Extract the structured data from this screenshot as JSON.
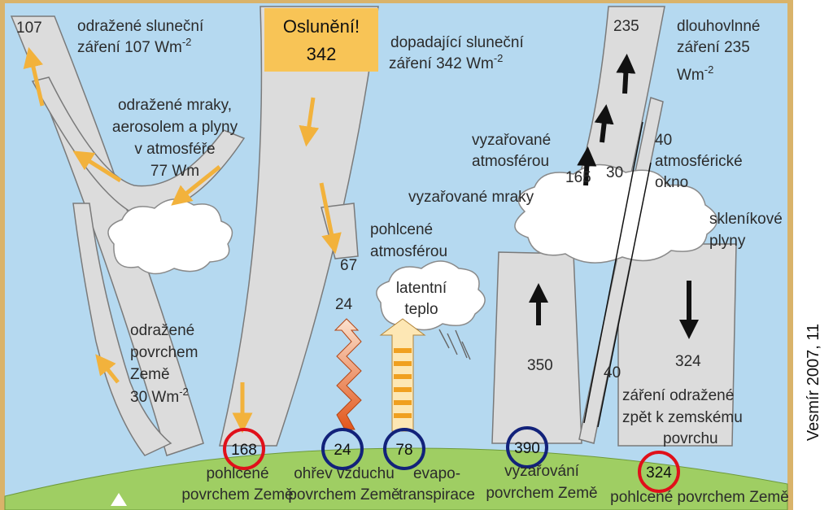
{
  "colors": {
    "sky": "#b5d9f0",
    "band": "#dcdcdc",
    "band_edge": "#7a7a7a",
    "ground": "#9fce63",
    "arrow_solar": "#f2b23c",
    "arrow_dark": "#111111",
    "callout": "#f8c456",
    "circle_red": "#e0101a",
    "circle_blue": "#12227a"
  },
  "callout": {
    "line1": "Oslunění!",
    "line2": "342"
  },
  "labels": {
    "reflected_solar_value": "107",
    "reflected_solar": [
      "odražené sluneční",
      "záření 107 Wm",
      "-2"
    ],
    "incoming_solar": [
      "dopadající sluneční",
      "záření 342 Wm",
      "-2"
    ],
    "reflected_clouds": [
      "odražené mraky,",
      "aerosolem a plyny",
      "v atmosféře",
      "77 Wm"
    ],
    "reflected_surface": [
      "odražené",
      "povrchem",
      "Země",
      "30 Wm",
      "-2"
    ],
    "absorbed_atm_value": "67",
    "absorbed_atm": [
      "pohlcené",
      "atmosférou"
    ],
    "sensible_value": "24",
    "latent": [
      "latentní",
      "teplo"
    ],
    "outgoing_value": "235",
    "outgoing": [
      "dlouhovlnné",
      "záření 235",
      "Wm",
      "-2"
    ],
    "emitted_atm": [
      "vyzařované",
      "atmosférou"
    ],
    "emitted_clouds": "vyzařované mraky",
    "v165": "165",
    "v30": "30",
    "window": [
      "40",
      "atmosférické",
      "okno"
    ],
    "greenhouse": [
      "skleníkové",
      "plyny"
    ],
    "v350": "350",
    "v40": "40",
    "back_value": "324",
    "back": [
      "záření odražené",
      "zpět k zemskému",
      "povrchu"
    ]
  },
  "ground": {
    "circles": [
      {
        "value": "168",
        "ring": "red"
      },
      {
        "value": "24",
        "ring": "blue"
      },
      {
        "value": "78",
        "ring": "blue"
      },
      {
        "value": "390",
        "ring": "blue"
      },
      {
        "value": "324",
        "ring": "red"
      }
    ],
    "labels": [
      [
        "pohlcené",
        "povrchem Země"
      ],
      [
        "ohřev vzduchu",
        "povrchem Země"
      ],
      [
        "evapo-",
        "transpirace"
      ],
      [
        "vyzařování",
        "povrchem Země"
      ],
      [
        "pohlcené povrchem Země"
      ]
    ]
  },
  "credit": "Vesmír 2007, 11"
}
